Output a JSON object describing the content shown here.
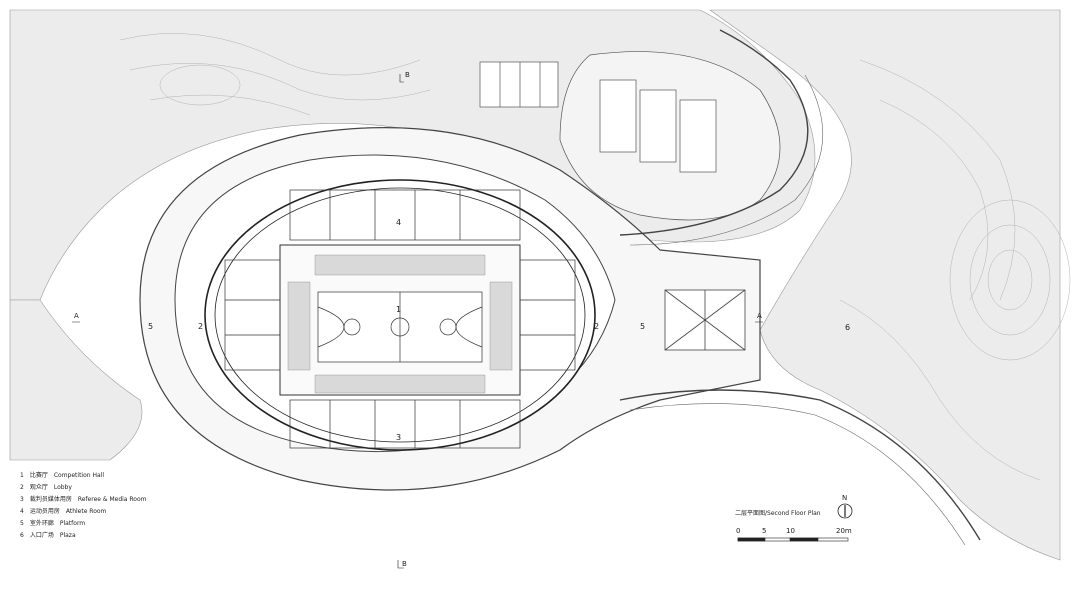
{
  "plan_title": "二层平面图/Second Floor Plan",
  "scale": {
    "ticks": [
      "0",
      "5",
      "10",
      "20m"
    ]
  },
  "north_symbol": "N",
  "legend": [
    {
      "num": "1",
      "cn": "比赛厅",
      "en": "Competition Hall"
    },
    {
      "num": "2",
      "cn": "观众厅",
      "en": "Lobby"
    },
    {
      "num": "3",
      "cn": "裁判员媒体用房",
      "en": "Referee & Media Room"
    },
    {
      "num": "4",
      "cn": "运动员用房",
      "en": "Athlete Room"
    },
    {
      "num": "5",
      "cn": "室外环廊",
      "en": "Platform"
    },
    {
      "num": "6",
      "cn": "入口广场",
      "en": "Plaza"
    }
  ],
  "section_marks": {
    "a": "A",
    "b": "B"
  },
  "room_labels": {
    "hall": "1",
    "lobby": "2",
    "referee": "3",
    "athlete": "4",
    "platform": "5",
    "plaza": "6"
  }
}
